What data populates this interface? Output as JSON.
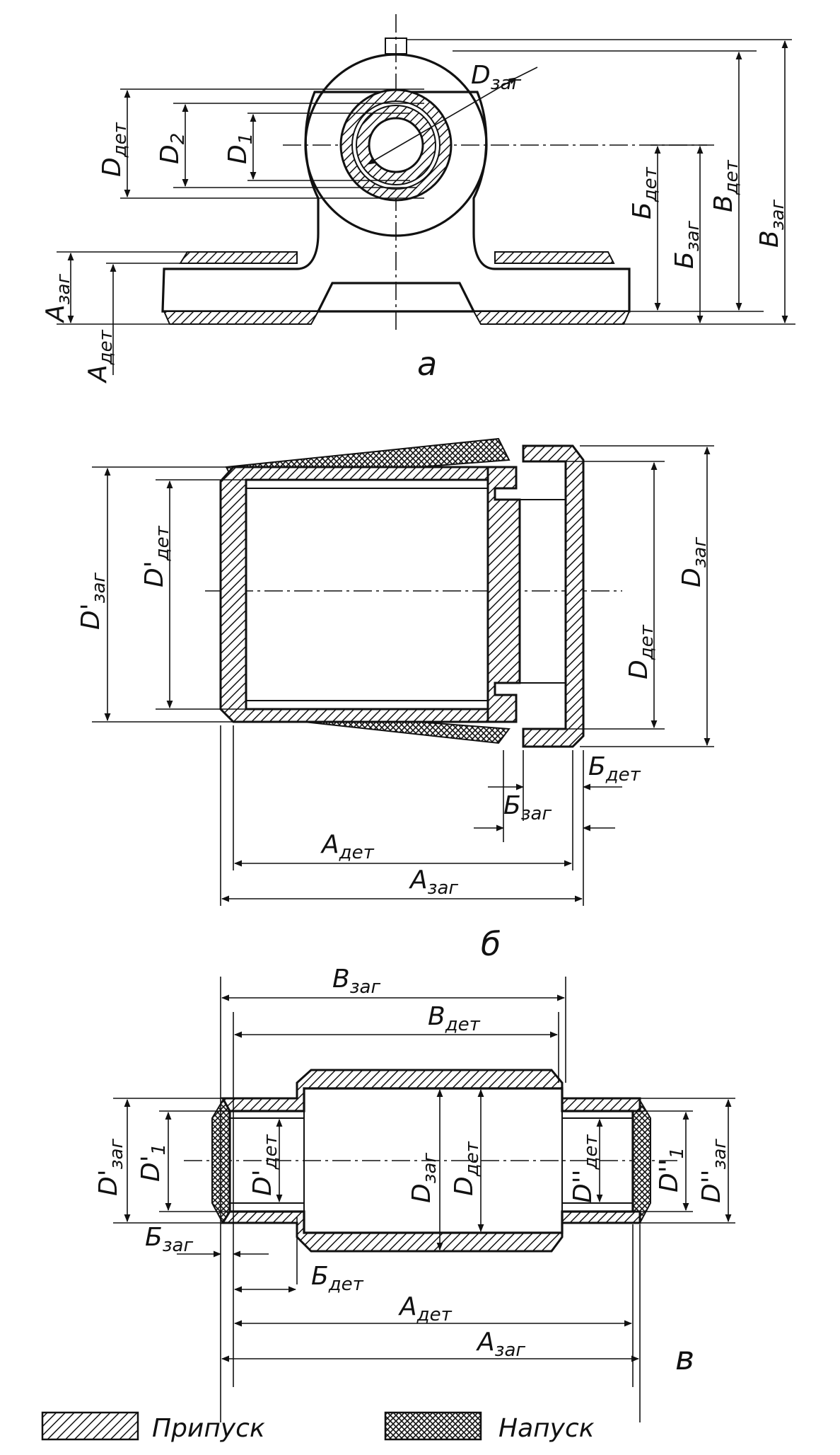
{
  "figure_a": {
    "caption": "а",
    "labels": {
      "D_zag": {
        "base": "D",
        "sub": "заг"
      },
      "D_det": {
        "base": "D",
        "sub": "дет"
      },
      "D2": {
        "base": "D",
        "sub": "2"
      },
      "D1": {
        "base": "D",
        "sub": "1"
      },
      "B_det": {
        "base": "Б",
        "sub": "дет"
      },
      "B_zag": {
        "base": "Б",
        "sub": "заг"
      },
      "V_det": {
        "base": "В",
        "sub": "дет"
      },
      "V_zag": {
        "base": "В",
        "sub": "заг"
      },
      "A_zag": {
        "base": "А",
        "sub": "заг"
      },
      "A_det": {
        "base": "А",
        "sub": "дет"
      }
    }
  },
  "figure_b": {
    "caption": "б",
    "labels": {
      "Dp_zag": {
        "base": "D'",
        "sub": "заг"
      },
      "Dp_det": {
        "base": "D'",
        "sub": "дет"
      },
      "D_det": {
        "base": "D",
        "sub": "дет"
      },
      "D_zag": {
        "base": "D",
        "sub": "заг"
      },
      "B_det": {
        "base": "Б",
        "sub": "дет"
      },
      "B_zag": {
        "base": "Б",
        "sub": "заг"
      },
      "A_det": {
        "base": "А",
        "sub": "дет"
      },
      "A_zag": {
        "base": "А",
        "sub": "заг"
      }
    }
  },
  "figure_v": {
    "caption": "в",
    "labels": {
      "V_zag": {
        "base": "В",
        "sub": "заг"
      },
      "V_det": {
        "base": "В",
        "sub": "дет"
      },
      "Dp_zag": {
        "base": "D'",
        "sub": "заг"
      },
      "Dp1": {
        "base": "D'",
        "sub": "1"
      },
      "Dp_det": {
        "base": "D'",
        "sub": "дет"
      },
      "D_zag": {
        "base": "D",
        "sub": "заг"
      },
      "D_det": {
        "base": "D",
        "sub": "дет"
      },
      "Dpp_det": {
        "base": "D''",
        "sub": "дет"
      },
      "Dpp1": {
        "base": "D''",
        "sub": "1"
      },
      "Dpp_zag": {
        "base": "D''",
        "sub": "заг"
      },
      "B_zag": {
        "base": "Б",
        "sub": "заг"
      },
      "B_det": {
        "base": "Б",
        "sub": "дет"
      },
      "A_det": {
        "base": "А",
        "sub": "дет"
      },
      "A_zag": {
        "base": "А",
        "sub": "заг"
      }
    }
  },
  "legend": {
    "allowance": "Припуск",
    "overlap": "Напуск"
  }
}
